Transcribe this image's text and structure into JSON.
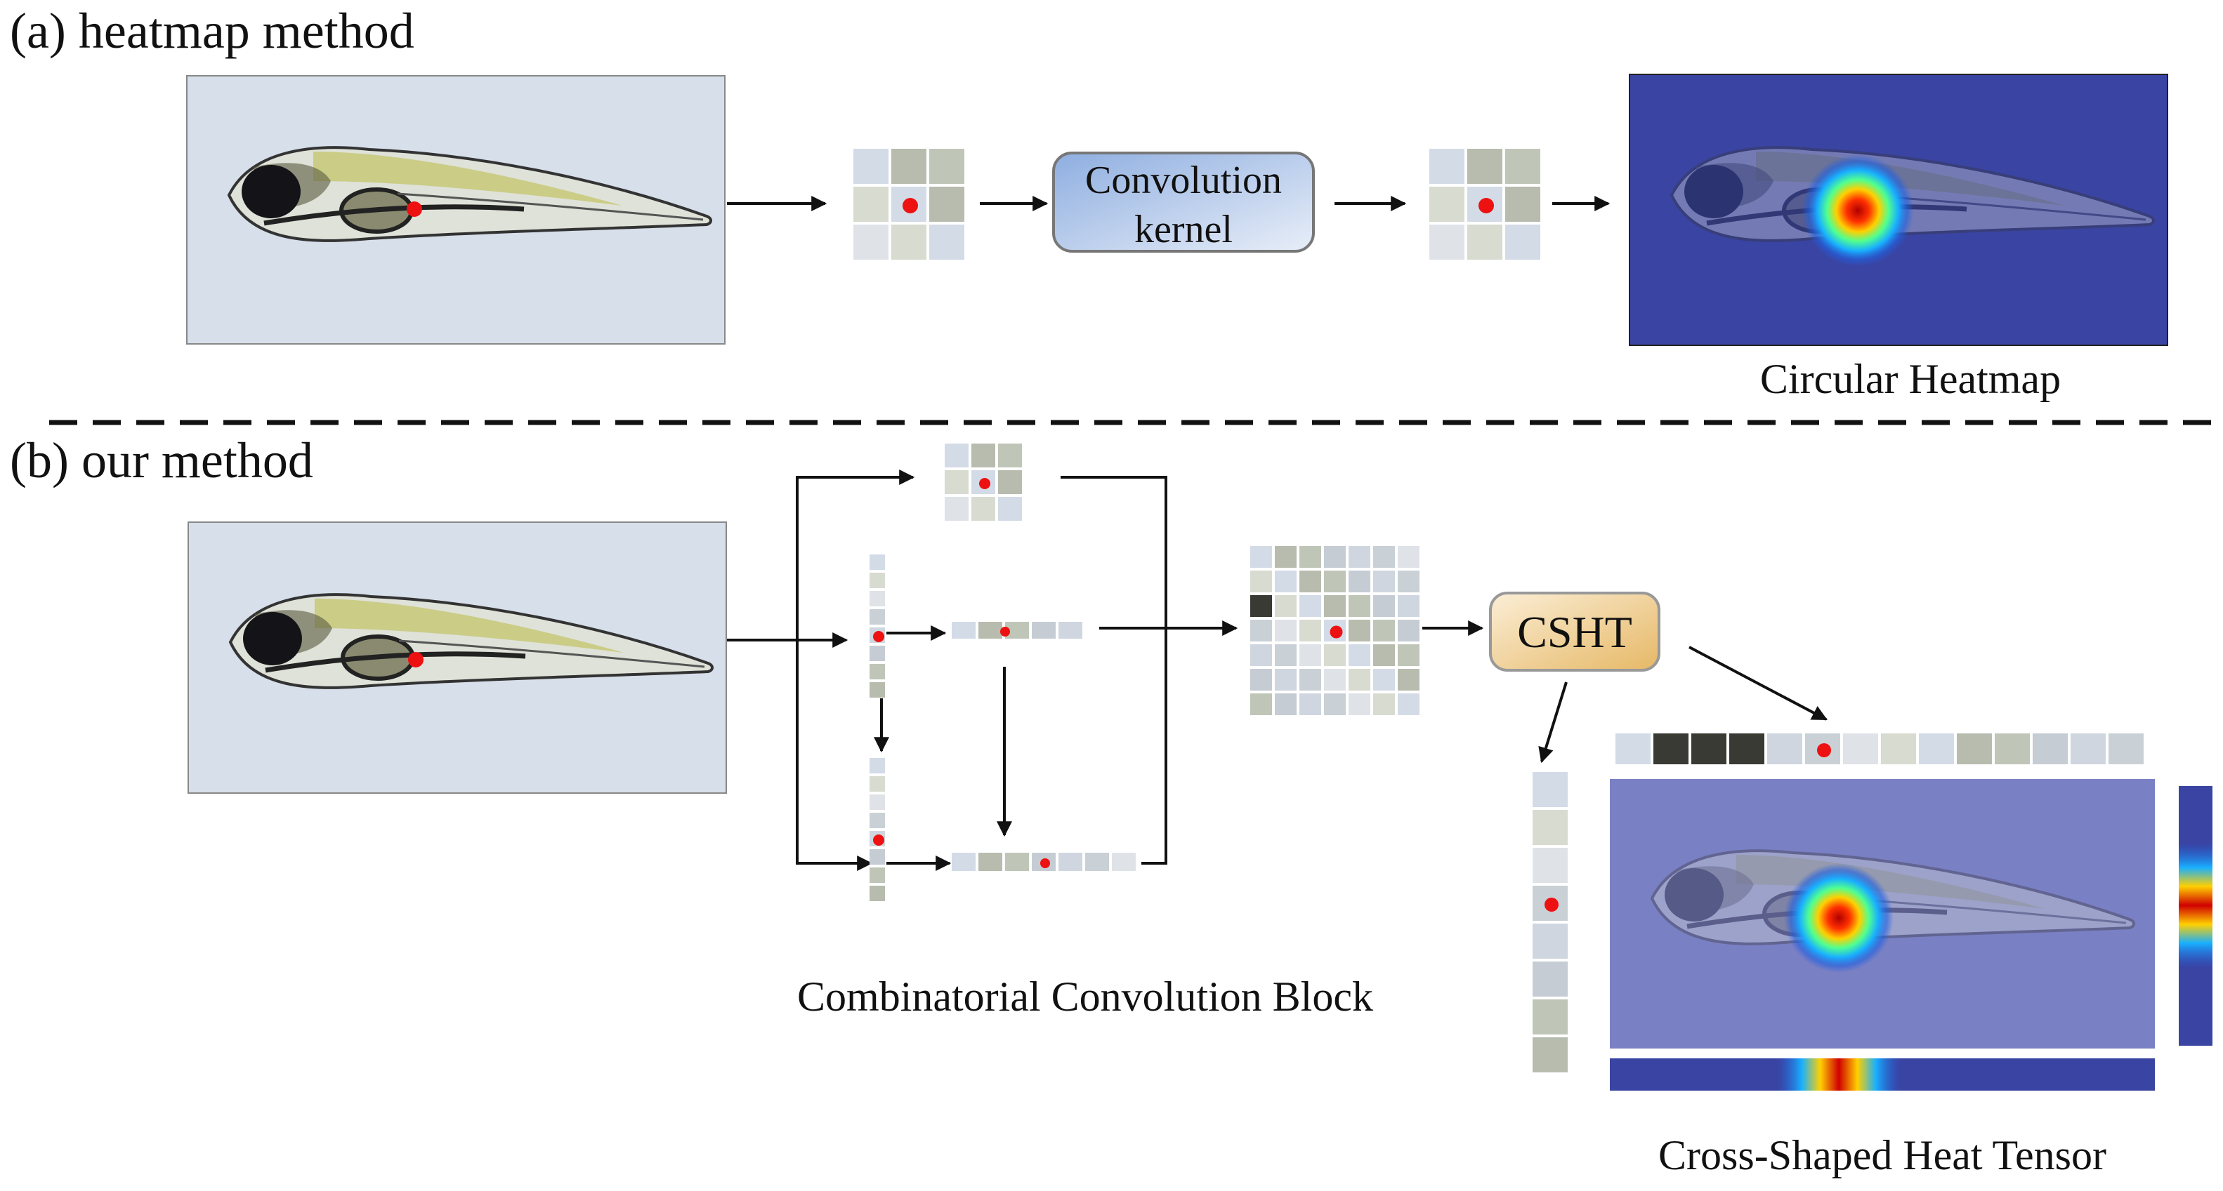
{
  "panels": {
    "a": {
      "label": "(a) heatmap method",
      "kernel_label_line1": "Convolution",
      "kernel_label_line2": "kernel",
      "output_caption": "Circular Heatmap"
    },
    "b": {
      "label": "(b) our method",
      "module_label": "CSHT",
      "block_caption": "Combinatorial Convolution Block",
      "output_caption": "Cross-Shaped Heat Tensor"
    }
  },
  "colors": {
    "image_bg": "#d6dfea",
    "heatmap_bg": "#3a44a2",
    "cross_tensor_bg": "#7a80c4",
    "kernel_box": "#a9c0e4",
    "csht_box": "#edc98a",
    "keypoint": "#ee1111",
    "divider": "#111111"
  }
}
